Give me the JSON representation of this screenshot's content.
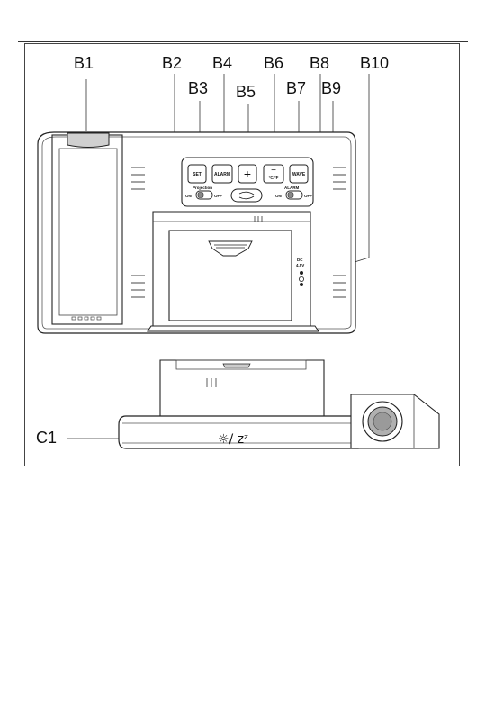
{
  "callouts": {
    "b1": "B1",
    "b2": "B2",
    "b3": "B3",
    "b4": "B4",
    "b5": "B5",
    "b6": "B6",
    "b7": "B7",
    "b8": "B8",
    "b9": "B9",
    "b10": "B10",
    "c1": "C1"
  },
  "buttons": {
    "set": "SET",
    "alarm": "ALARM",
    "plus": "+",
    "minus": "−",
    "minus_sub": "°C/°F",
    "wave": "WAVE"
  },
  "switches": {
    "projection_label": "Projection",
    "projection_on": "ON",
    "projection_off": "OFF",
    "alarm_label": "ALARM",
    "alarm_on": "ON",
    "alarm_off": "OFF"
  },
  "power": {
    "line1": "DC",
    "line2": "4.5V"
  },
  "bottom": {
    "symbol": "☼/ zᶻ"
  }
}
